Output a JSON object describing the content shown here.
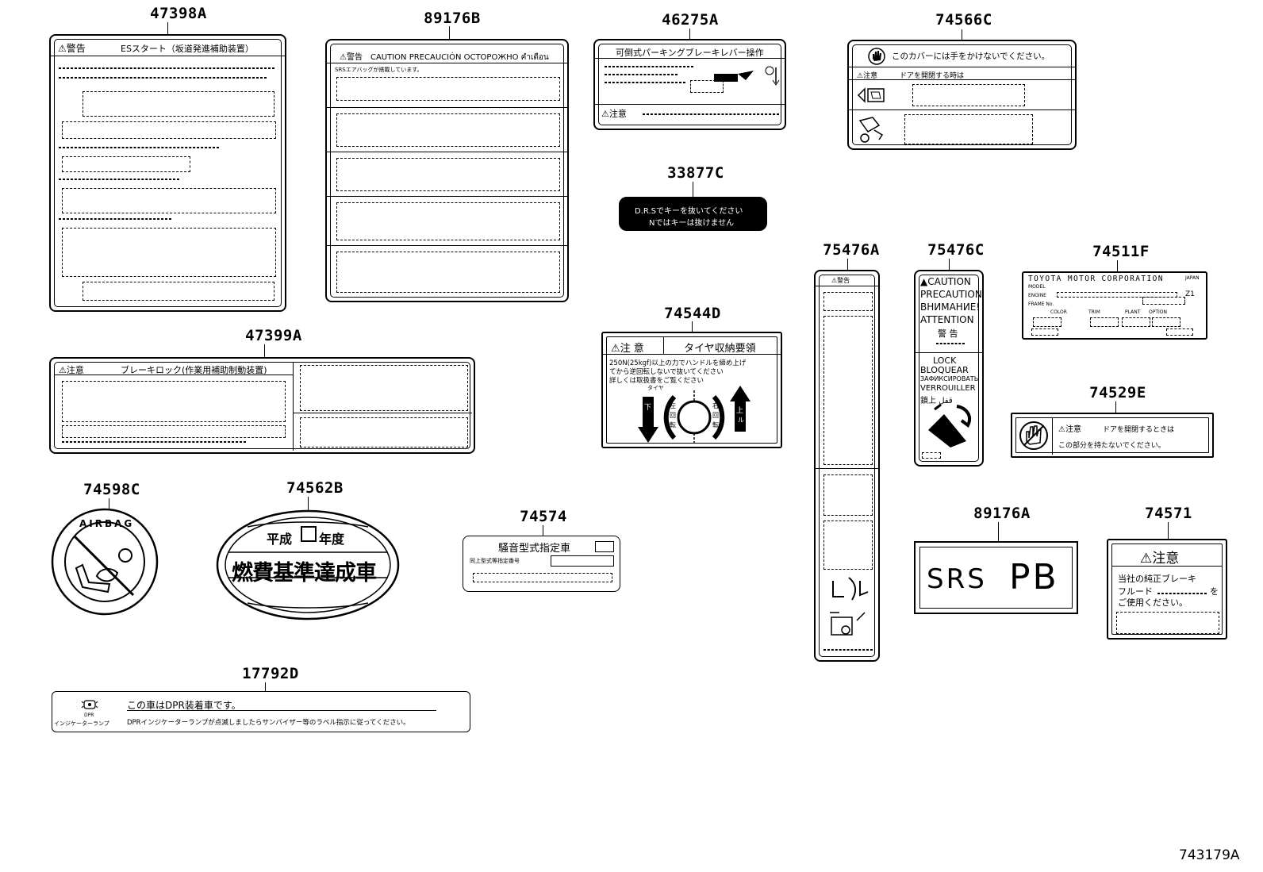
{
  "diagram_id": "743179A",
  "parts": {
    "p47398A": "47398A",
    "p89176B": "89176B",
    "p46275A": "46275A",
    "p74566C": "74566C",
    "p33877C": "33877C",
    "p47399A": "47399A",
    "p74544D": "74544D",
    "p75476A": "75476A",
    "p75476C": "75476C",
    "p74511F": "74511F",
    "p74529E": "74529E",
    "p74598C": "74598C",
    "p74562B": "74562B",
    "p74574": "74574",
    "p89176A": "89176A",
    "p74571": "74571",
    "p17792D": "17792D"
  },
  "labels": {
    "l47398A": {
      "warn": "警告",
      "title": "ESスタート（坂道発進補助装置）"
    },
    "l89176B": {
      "header": "警告　CAUTION  PRECAUCIÓN  OCTOPOЖHO  คำเตือน",
      "line1": "SRSエアバッグが搭載しています。"
    },
    "l46275A": {
      "title": "可倒式パーキングブレーキレバー操作",
      "caution": "注意"
    },
    "l74566C": {
      "top": "このカバーには手をかけないでください。",
      "caution": "注意",
      "head": "ドアを開閉する時は"
    },
    "l33877C": {
      "line1": "D.R.Sでキーを抜いてください",
      "line2": "Nではキーは抜けません"
    },
    "l47399A": {
      "caution": "注意",
      "title": "ブレーキロック(作業用補助制動装置)"
    },
    "l74544D": {
      "caution": "注 意",
      "title": "タイヤ収納要領",
      "line1": "250N(25kgf)以上の力でハンドルを締め上げ",
      "line2": "てから逆回転しないで抜いてください",
      "line3": "詳しくは取扱書をご覧ください",
      "tire": "タイヤ",
      "down": "下",
      "up": "上",
      "left1": "左",
      "left2": "回",
      "left3": "転",
      "right1": "右",
      "right2": "回",
      "right3": "転",
      "ru": "ル"
    },
    "l75476A": {
      "warn": "警告"
    },
    "l75476C": {
      "lines": [
        "CAUTION",
        "PRECAUTION",
        "ВНИМАНИЕ!",
        "ATTENTION",
        "警 告",
        "LOCK",
        "BLOQUEAR",
        "ЗАФИКСИРОВАТЬ",
        "VERROUILLER",
        "鎖上 قفل"
      ]
    },
    "l74511F": {
      "corp": "TOYOTA MOTOR CORPORATION",
      "japan": "JAPAN",
      "model": "MODEL",
      "engine": "ENGINE",
      "frame": "FRAME No.",
      "color": "COLOR",
      "trim": "TRIM",
      "plant": "PLANT",
      "option": "OPTION",
      "marker": "Z1"
    },
    "l74529E": {
      "caution": "注意",
      "line1": "ドアを開閉するときは",
      "line2": "この部分を持たないでください。"
    },
    "l74598C": {
      "text": "AIRBAG"
    },
    "l74562B": {
      "top1": "平成",
      "top2": "年度",
      "main": "燃費基準達成車"
    },
    "l74574": {
      "title": "騒音型式指定車",
      "sub": "同上型式等指定番号"
    },
    "l89176A": {
      "srs": "SRS",
      "pb": "PB"
    },
    "l74571": {
      "caution": "注意",
      "line1": "当社の純正ブレーキ",
      "line2": "フルード",
      "line3": "を",
      "line4": "ご使用ください。"
    },
    "l17792D": {
      "dpr": "DPR",
      "dpr_sub": "インジケーターランプ",
      "line1": "この車はDPR装着車です。",
      "line2": "DPRインジケーターランプが点滅しましたらサンバイザー等のラベル指示に従ってください。"
    }
  }
}
